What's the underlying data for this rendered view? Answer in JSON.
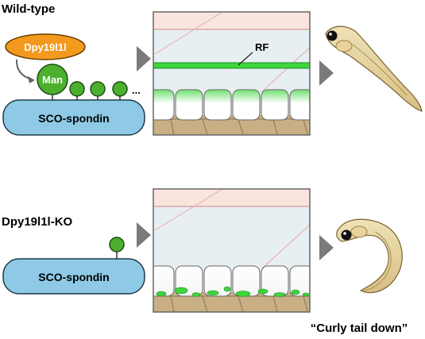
{
  "panels": [
    {
      "title": "Wild-type",
      "enzyme_label": "Dpy19l1l",
      "sugar_label": "Man",
      "ellipsis": "...",
      "protein_label": "SCO-spondin",
      "fiber_label": "RF"
    },
    {
      "title": "Dpy19l1l-KO",
      "protein_label": "SCO-spondin",
      "phenotype_label": "“Curly tail down”"
    }
  ],
  "colors": {
    "enzyme_fill": "#f39a1e",
    "green_fill": "#4caf2e",
    "protein_fill": "#8ecae6",
    "fiber_green": "#3dd63d",
    "ventricle_fill": "#e8eff3",
    "epithelium_pink": "#f9e5de",
    "tissue_tan": "#c8b084",
    "arrow_gray": "#7a7a7a"
  },
  "icons": [
    "curved-arrow-icon",
    "triangle-arrow-icon",
    "zebrafish-larva-icon"
  ]
}
